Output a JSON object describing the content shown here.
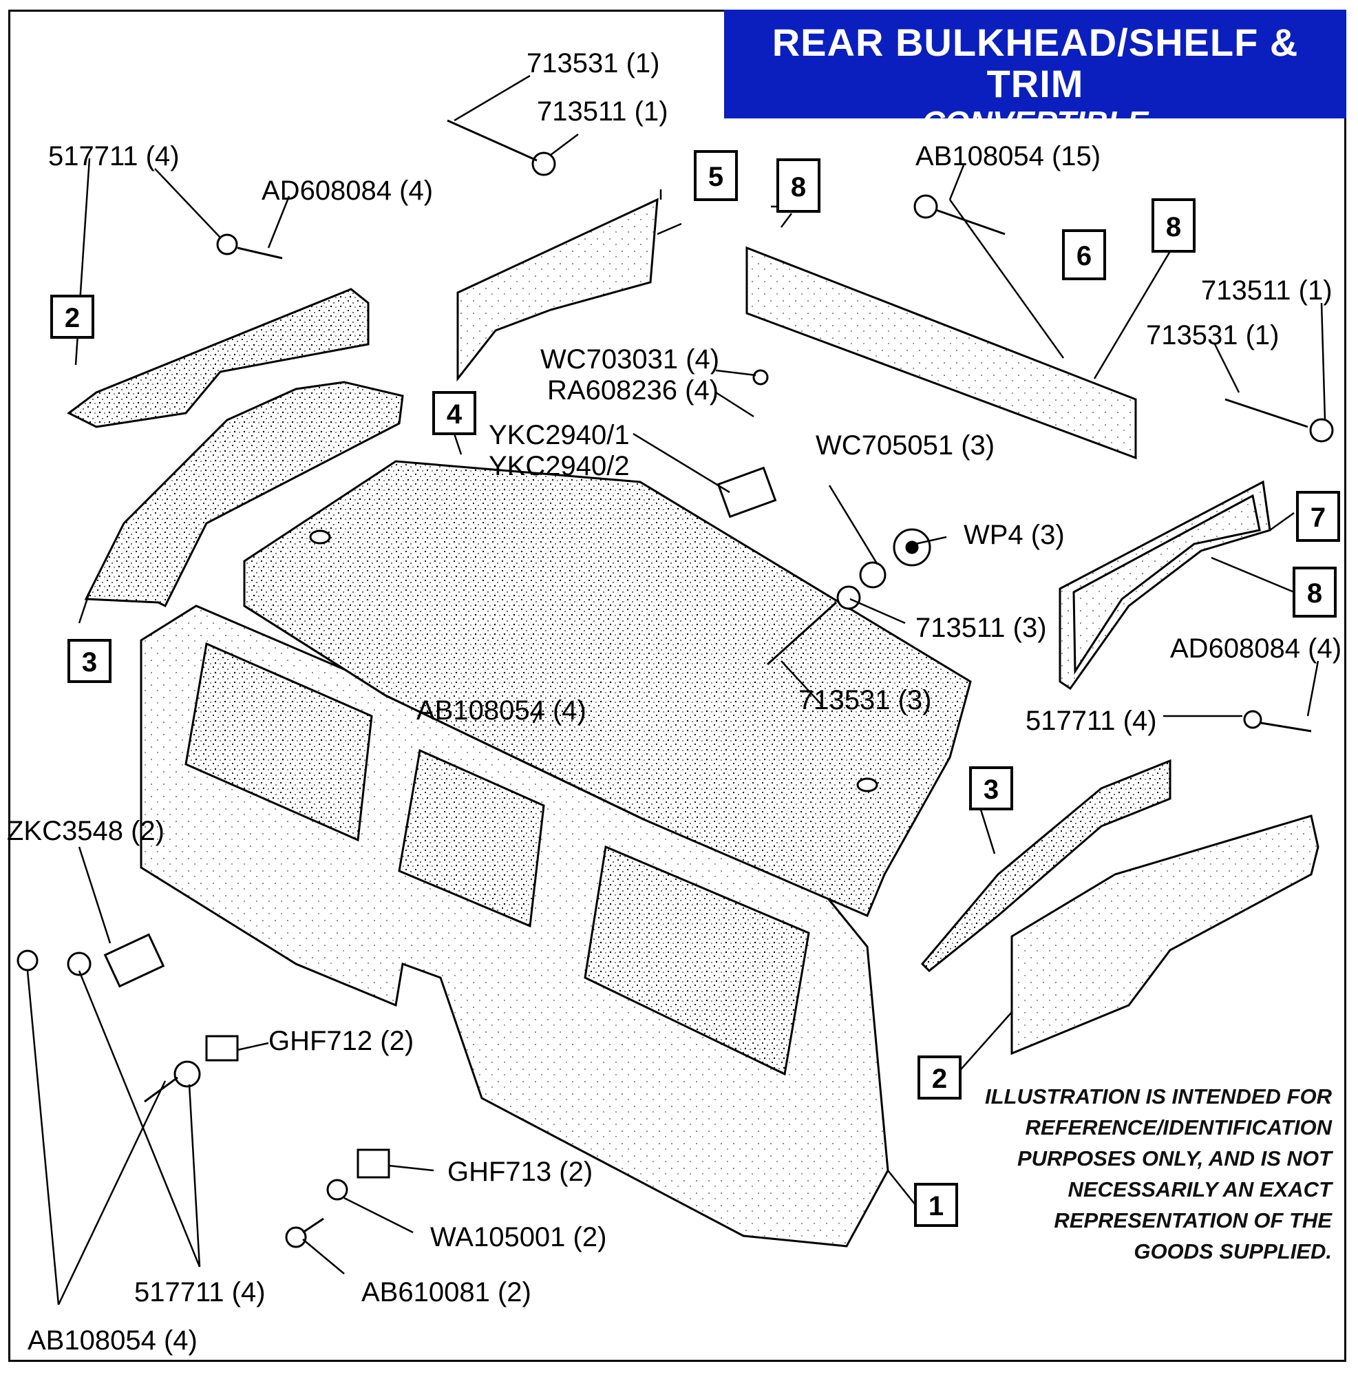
{
  "title": {
    "main": "REAR BULKHEAD/SHELF & TRIM",
    "sub": "CONVERTIBLE"
  },
  "disclaimer": [
    "ILLUSTRATION IS INTENDED FOR",
    "REFERENCE/IDENTIFICATION",
    "PURPOSES ONLY, AND IS NOT",
    "NECESSARILY AN EXACT",
    "REPRESENTATION OF THE",
    "GOODS SUPPLIED."
  ],
  "callouts": [
    {
      "label": "1"
    },
    {
      "label": "2"
    },
    {
      "label": "2"
    },
    {
      "label": "3"
    },
    {
      "label": "3"
    },
    {
      "label": "4"
    },
    {
      "label": "5"
    },
    {
      "label": "6"
    },
    {
      "label": "7"
    },
    {
      "label": "8"
    },
    {
      "label": "8"
    },
    {
      "label": "8"
    }
  ],
  "parts": [
    {
      "label": "713531 (1)"
    },
    {
      "label": "713511 (1)"
    },
    {
      "label": "517711 (4)"
    },
    {
      "label": "AD608084 (4)"
    },
    {
      "label": "AB108054 (15)"
    },
    {
      "label": "713511 (1)"
    },
    {
      "label": "713531 (1)"
    },
    {
      "label": "WC703031 (4)"
    },
    {
      "label": "RA608236 (4)"
    },
    {
      "label": "YKC2940/1"
    },
    {
      "label": "YKC2940/2"
    },
    {
      "label": "WC705051 (3)"
    },
    {
      "label": "WP4 (3)"
    },
    {
      "label": "713511 (3)"
    },
    {
      "label": "AD608084 (4)"
    },
    {
      "label": "713531 (3)"
    },
    {
      "label": "AB108054 (4)"
    },
    {
      "label": "517711 (4)"
    },
    {
      "label": "ZKC3548 (2)"
    },
    {
      "label": "GHF712 (2)"
    },
    {
      "label": "GHF713 (2)"
    },
    {
      "label": "WA105001 (2)"
    },
    {
      "label": "AB610081 (2)"
    },
    {
      "label": "517711 (4)"
    },
    {
      "label": "AB108054 (4)"
    }
  ],
  "colors": {
    "title_bg": "#0b1fbf",
    "title_fg": "#ffffff",
    "ink": "#000000"
  }
}
